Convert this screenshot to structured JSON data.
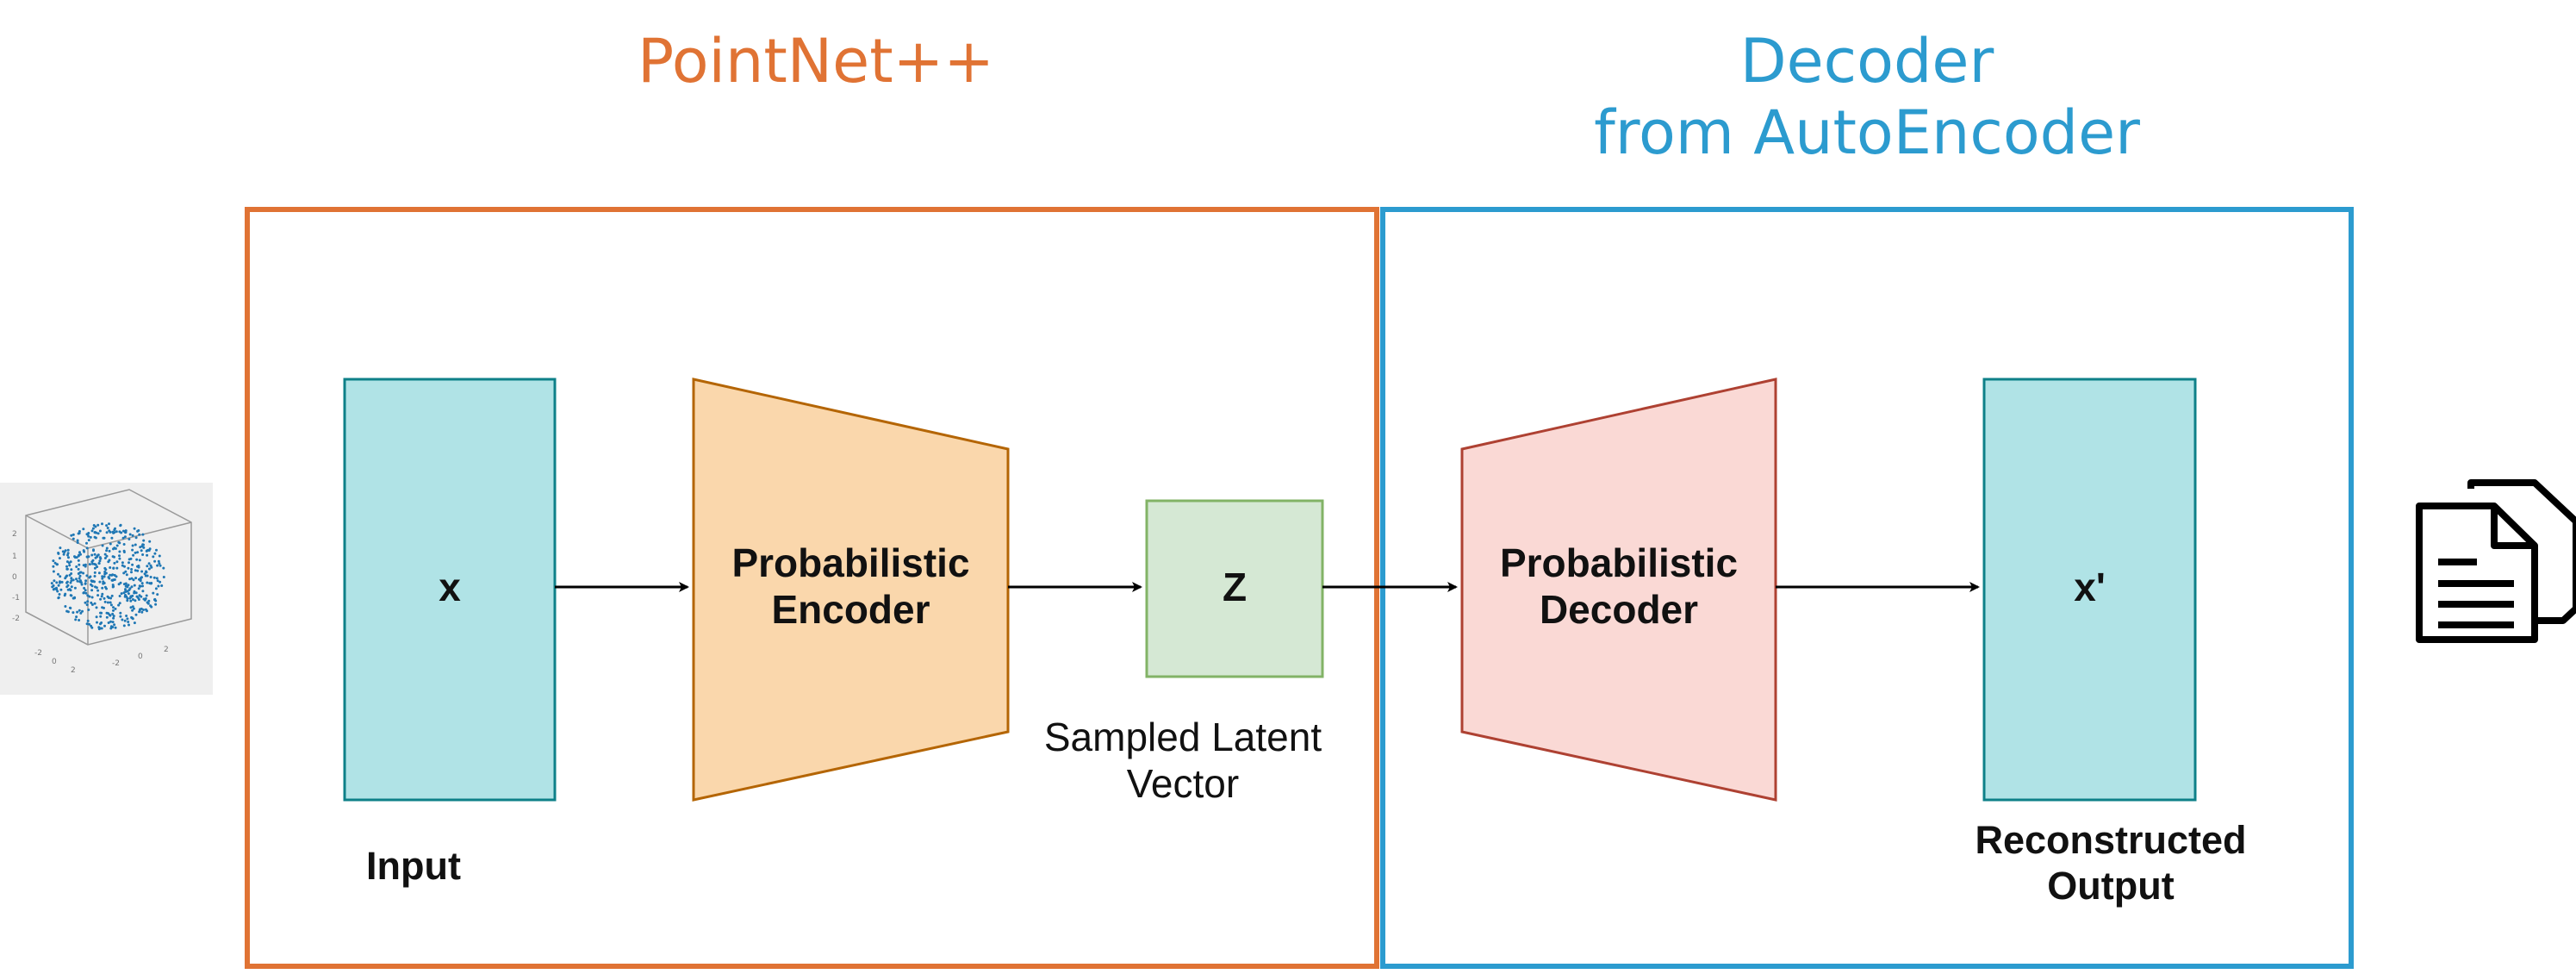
{
  "diagram": {
    "groups": [
      {
        "id": "pointnet",
        "title": "PointNet++",
        "color": "#E07334"
      },
      {
        "id": "decoder",
        "title": "Decoder\nfrom AutoEncoder",
        "color": "#2C9BCF"
      }
    ],
    "nodes": {
      "input": {
        "symbol": "x",
        "caption": "Input",
        "fill": "#B0E3E6",
        "stroke": "#0E8088"
      },
      "encoder": {
        "label": "Probabilistic\nEncoder",
        "fill": "#FAD7AC",
        "stroke": "#B46504"
      },
      "latent": {
        "symbol": "Z",
        "caption": "Sampled Latent\nVector",
        "fill": "#D5E8D4",
        "stroke": "#82B366"
      },
      "decoder": {
        "label": "Probabilistic\nDecoder",
        "fill": "#FAD9D5",
        "stroke": "#AE4132"
      },
      "output": {
        "symbol": "x'",
        "caption": "Reconstructed\nOutput",
        "fill": "#B0E3E6",
        "stroke": "#0E8088"
      }
    },
    "edges": [
      {
        "from": "input",
        "to": "encoder"
      },
      {
        "from": "encoder",
        "to": "latent"
      },
      {
        "from": "latent",
        "to": "decoder"
      },
      {
        "from": "decoder",
        "to": "output"
      }
    ],
    "side_images": {
      "left": "3d-point-cloud-scatter-plot",
      "right": "copy-documents-icon"
    }
  }
}
